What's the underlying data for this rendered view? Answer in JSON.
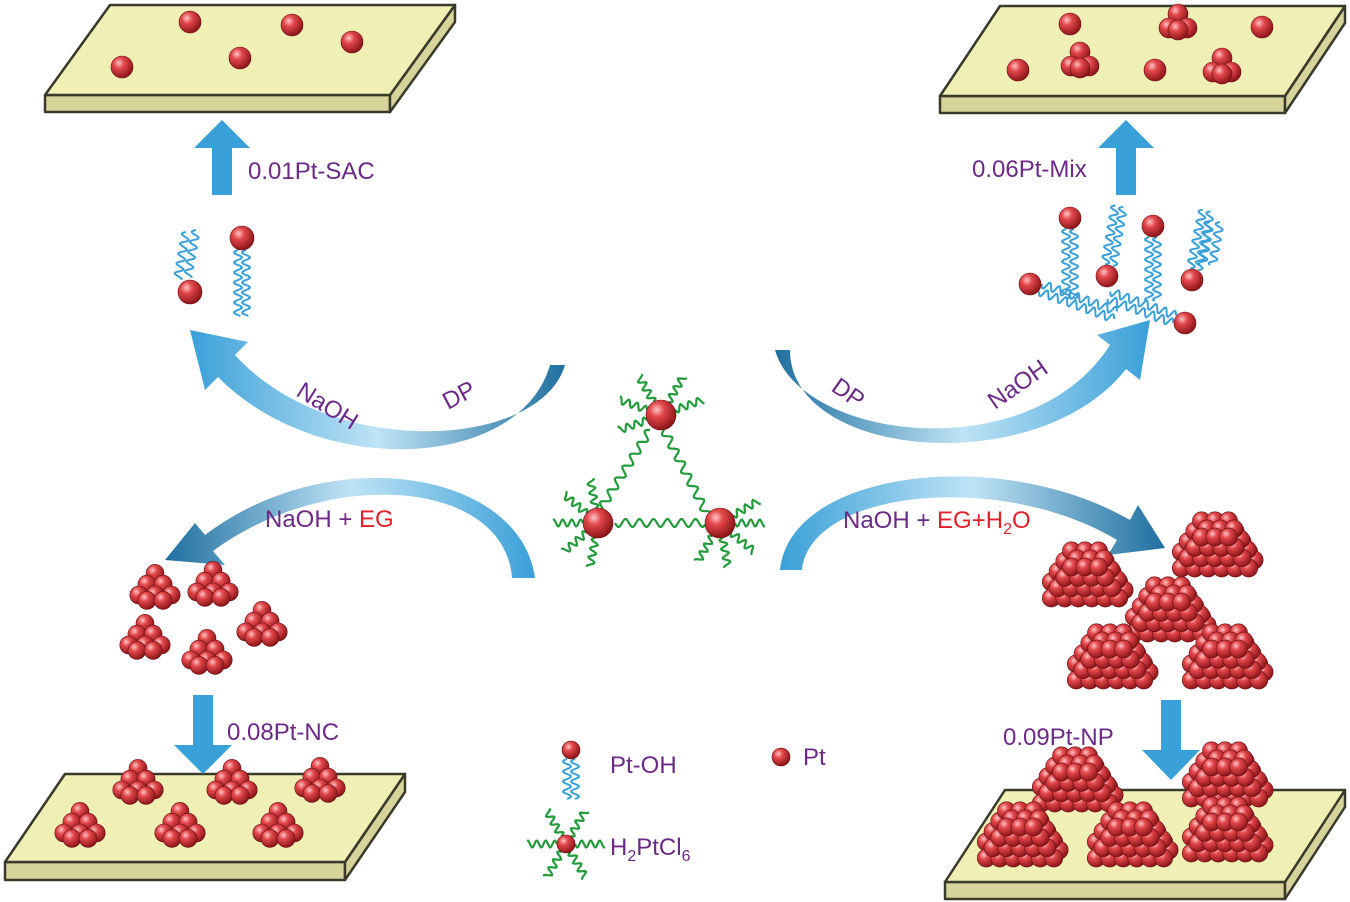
{
  "labels": {
    "sac": "0.01Pt-SAC",
    "mix": "0.06Pt-Mix",
    "nc": "0.08Pt-NC",
    "np": "0.09Pt-NP",
    "top_left_naoh": "NaOH",
    "top_left_dp": "DP",
    "top_right_dp": "DP",
    "top_right_naoh": "NaOH",
    "bottom_left_naoh": "NaOH + ",
    "bottom_left_eg": "EG",
    "bottom_right_naoh": "NaOH + ",
    "bottom_right_eg_prefix": "EG+H",
    "bottom_right_eg_sub": "2",
    "bottom_right_eg_suffix": "O"
  },
  "legend": {
    "pt_oh": "Pt-OH",
    "pt": "Pt",
    "precursor_main": "H",
    "precursor_sub1": "2",
    "precursor_mid": "PtCl",
    "precursor_sub2": "6"
  },
  "colors": {
    "text": "#6b2a86",
    "highlight": "#e0202a",
    "arrow": "#3aa0d8",
    "plate": "#efefb6",
    "sphere": "#d3363c",
    "ligand_wave": "#3aa0d8",
    "precursor_ligand": "#239b3c"
  }
}
